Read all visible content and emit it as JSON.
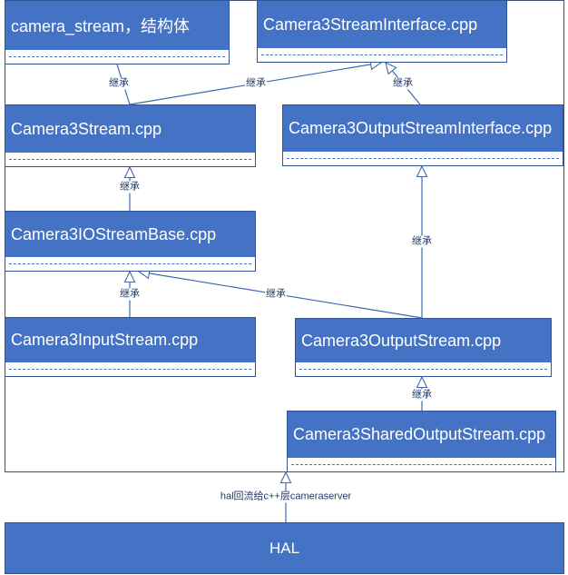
{
  "diagram": {
    "classes": [
      {
        "name": "camera_stream，结构体"
      },
      {
        "name": "Camera3StreamInterface.cpp"
      },
      {
        "name": "Camera3Stream.cpp"
      },
      {
        "name": "Camera3OutputStreamInterface.cpp"
      },
      {
        "name": "Camera3IOStreamBase.cpp"
      },
      {
        "name": "Camera3InputStream.cpp"
      },
      {
        "name": "Camera3OutputStream.cpp"
      },
      {
        "name": "Camera3SharedOutputStream.cpp"
      }
    ],
    "relations": [
      {
        "from": 2,
        "to": 0,
        "label": "继承"
      },
      {
        "from": 2,
        "to": 1,
        "label": "继承"
      },
      {
        "from": 3,
        "to": 1,
        "label": "继承"
      },
      {
        "from": 4,
        "to": 2,
        "label": "继承"
      },
      {
        "from": 5,
        "to": 4,
        "label": "继承"
      },
      {
        "from": 6,
        "to": 4,
        "label": "继承"
      },
      {
        "from": 6,
        "to": 3,
        "label": "继承"
      },
      {
        "from": 7,
        "to": 6,
        "label": "继承"
      }
    ],
    "hal": {
      "label": "HAL",
      "edge_label": "hal回流给c++层cameraserver"
    }
  },
  "colors": {
    "class_header": "#4472C4",
    "class_border": "#2F5597",
    "connector": "#3F67B1",
    "label_text": "#203864",
    "frame_border": "#43536F"
  }
}
